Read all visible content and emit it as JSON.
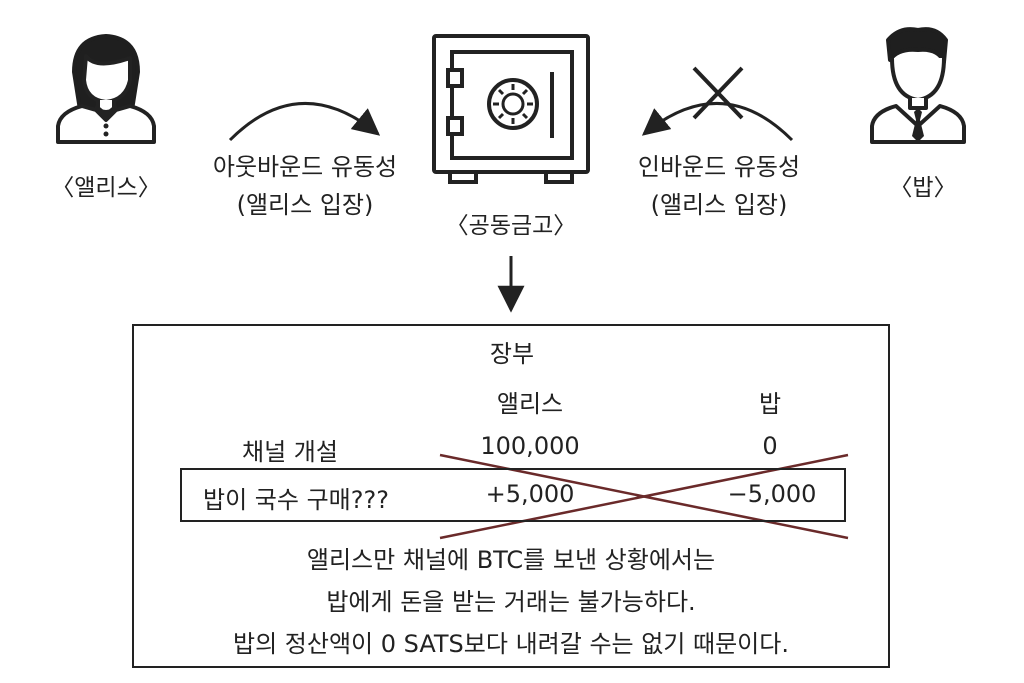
{
  "alice": {
    "label": "〈앨리스〉"
  },
  "bob": {
    "label": "〈밥〉"
  },
  "vault": {
    "label": "〈공동금고〉"
  },
  "outbound": {
    "line1": "아웃바운드 유동성",
    "line2": "(앨리스 입장)"
  },
  "inbound": {
    "line1": "인바운드 유동성",
    "line2": "(앨리스 입장)"
  },
  "ledger": {
    "title": "장부",
    "col_alice": "앨리스",
    "col_bob": "밥",
    "rows": [
      {
        "label": "채널 개설",
        "alice": "100,000",
        "bob": "0"
      },
      {
        "label": "밥이 국수 구매???",
        "alice": "+5,000",
        "bob": "−5,000"
      }
    ],
    "notes": [
      "앨리스만 채널에 BTC를 보낸 상황에서는",
      "밥에게 돈을 받는 거래는 불가능하다.",
      "밥의 정산액이 0 SATS보다 내려갈 수는 없기 때문이다."
    ]
  },
  "icons": {
    "alice": "woman-user-icon",
    "bob": "man-user-icon",
    "vault": "safe-icon"
  }
}
